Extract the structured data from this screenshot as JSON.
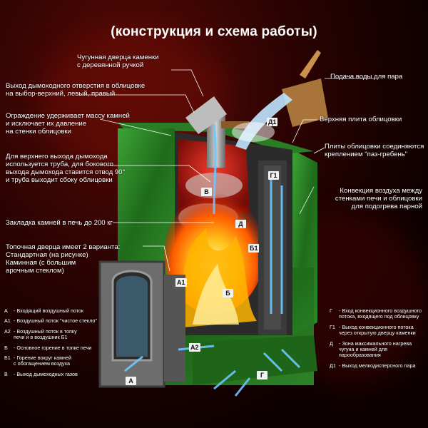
{
  "title": "(конструкция и схема работы)",
  "callouts": {
    "door": "Чугунная дверца каменки\nс деревянной ручкой",
    "water": "Подача воды для пара",
    "chimney_exit": "Выход дымоходного отверстия в облицовке\nна выбор-верхний, левый, правый",
    "guard": "Ограждение удерживает массу камней\nи исключает их давление\nна стенки облицовки",
    "top_plate": "Верхняя плита облицовки",
    "plates": "Плиты облицовки соединяются\nкреплением \"паз-гребень\"",
    "pipe": "Для верхнего выхода дымохода\nиспользуется труба, для бокового\nвыхода дымохода ставится отвод 90°\nи труба выходит сбоку облицовки",
    "convection": "Конвекция воздуха между\nстенками печи и облицовки\nдля подогрева парной",
    "stones": "Закладка камней в печь до 200 кг",
    "firebox_door": "Топочная дверца имеет 2 варианта:\nСтандартная (на рисунке)\nКаминная (с большим\nарочным стеклом)"
  },
  "tags": [
    "Д1",
    "Г1",
    "В",
    "Д",
    "Б1",
    "А1",
    "Б",
    "А2",
    "А",
    "Г"
  ],
  "legend_left": [
    {
      "code": "А",
      "text": "- Входящий воздушный поток"
    },
    {
      "code": "А1",
      "text": "- Воздушный поток \"чистое стекло\""
    },
    {
      "code": "А2",
      "text": "- Воздушный поток в топку\nпечи и в воздушник Б1"
    },
    {
      "code": "Б",
      "text": "- Основное горение в топке печи"
    },
    {
      "code": "Б1",
      "text": "- Горение вокруг камней\nс обогащением воздуха"
    },
    {
      "code": "В",
      "text": "- Выход дымоходных газов"
    }
  ],
  "legend_right": [
    {
      "code": "Г",
      "text": "- Вход конвекционного воздушного\nпотока, входящего под облицовку"
    },
    {
      "code": "Г1",
      "text": "- Выход конвекционного потока\nчерез открытую дверцу каменки"
    },
    {
      "code": "Д",
      "text": "- Зона максимального нагрева\nчугуна и камней для\nпарообразования"
    },
    {
      "code": "Д1",
      "text": "- Выход мелкодисперсного пара"
    }
  ],
  "colors": {
    "stone_green": "#2f8a2a",
    "fire": "#ff8a00",
    "air": "#6cc8ff",
    "background": "#1a0000"
  }
}
